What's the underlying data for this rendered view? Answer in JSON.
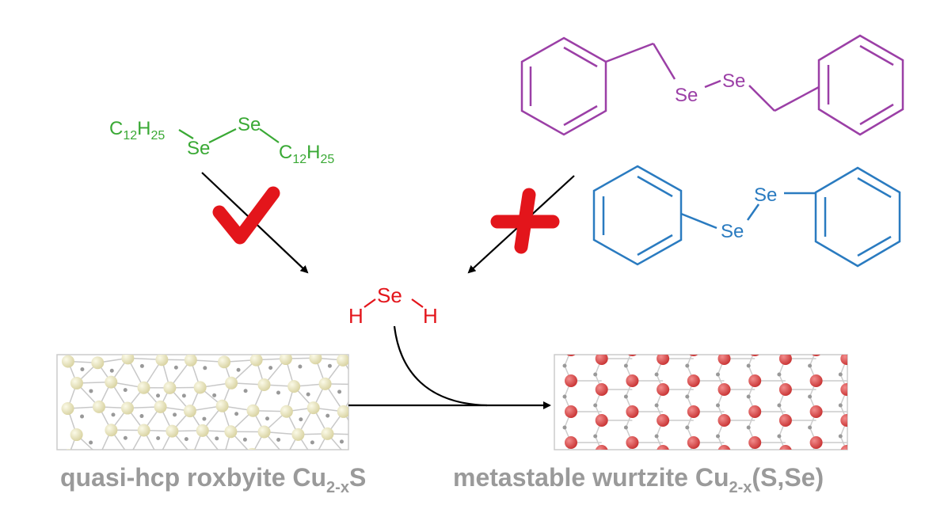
{
  "colors": {
    "dodecyl": "#3aa935",
    "benzyl": "#9b3fa6",
    "phenyl": "#2a7bc0",
    "h2se": "#e3151b",
    "mark": "#e3151b",
    "label": "#9a9a9a",
    "s_atom": "#efeabc",
    "se_atom": "#e05555"
  },
  "dodecyl_diselenide": {
    "r_left": {
      "main": "C",
      "sub1": "12",
      "h": "H",
      "sub2": "25"
    },
    "se1": "Se",
    "se2": "Se",
    "r_right": {
      "main": "C",
      "sub1": "12",
      "h": "H",
      "sub2": "25"
    }
  },
  "dibenzyl_diselenide": {
    "se1": "Se",
    "se2": "Se"
  },
  "diphenyl_diselenide": {
    "se1": "Se",
    "se2": "Se"
  },
  "hydrogen_selenide": {
    "se": "Se",
    "h1": "H",
    "h2": "H"
  },
  "marks": {
    "left": "check-icon",
    "right": "cross-icon"
  },
  "left_label": {
    "pre": "quasi-hcp roxbyite Cu",
    "sub": "2-x",
    "post": "S"
  },
  "right_label": {
    "pre": "metastable wurtzite Cu",
    "sub": "2-x",
    "post": "(S,Se)"
  }
}
